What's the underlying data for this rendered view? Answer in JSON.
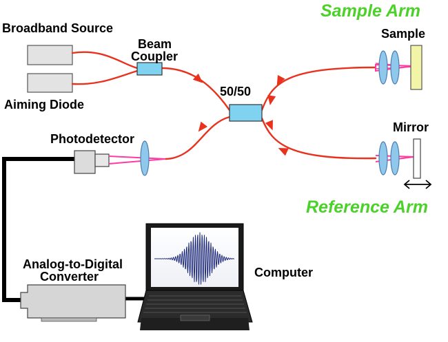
{
  "labels": {
    "broadband_source": "Broadband Source",
    "aiming_diode": "Aiming Diode",
    "beam_coupler_line1": "Beam",
    "beam_coupler_line2": "Coupler",
    "splitter": "50/50",
    "photodetector": "Photodetector",
    "adc_line1": "Analog-to-Digital",
    "adc_line2": "Converter",
    "computer": "Computer",
    "sample": "Sample",
    "mirror": "Mirror",
    "sample_arm": "Sample Arm",
    "reference_arm": "Reference Arm"
  },
  "colors": {
    "fiber": "#e8321e",
    "arm_label": "#4cd12a",
    "coupler_fill": "#7fd3f0",
    "lens_fill": "#8fc8ea",
    "beam": "#ff3aa0",
    "sample_fill": "#f2f5a8",
    "device_fill": "#e3e3e3",
    "cable": "#000000",
    "interferogram": "#1e2a7a"
  }
}
